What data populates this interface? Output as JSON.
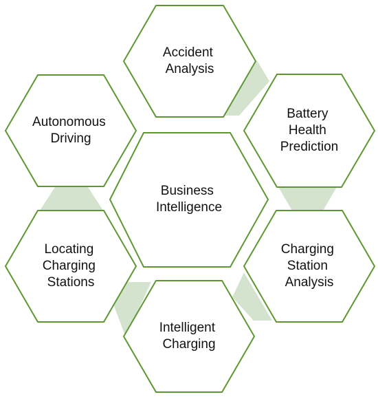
{
  "diagram": {
    "center": {
      "lines": [
        "Business",
        "Intelligence"
      ]
    },
    "nodes": [
      {
        "id": "accident-analysis",
        "lines": [
          "Accident",
          "Analysis"
        ]
      },
      {
        "id": "battery-health-prediction",
        "lines": [
          "Battery",
          "Health",
          "Prediction"
        ]
      },
      {
        "id": "charging-station-analysis",
        "lines": [
          "Charging",
          "Station",
          "Analysis"
        ]
      },
      {
        "id": "intelligent-charging",
        "lines": [
          "Intelligent",
          "Charging"
        ]
      },
      {
        "id": "locating-charging-stations",
        "lines": [
          "Locating",
          "Charging",
          "Stations"
        ]
      },
      {
        "id": "autonomous-driving",
        "lines": [
          "Autonomous",
          "Driving"
        ]
      }
    ],
    "colors": {
      "hex_stroke": "#5e9632",
      "hex_fill": "#ffffff",
      "connector_fill": "#d3e3ce",
      "text": "#111111"
    }
  }
}
